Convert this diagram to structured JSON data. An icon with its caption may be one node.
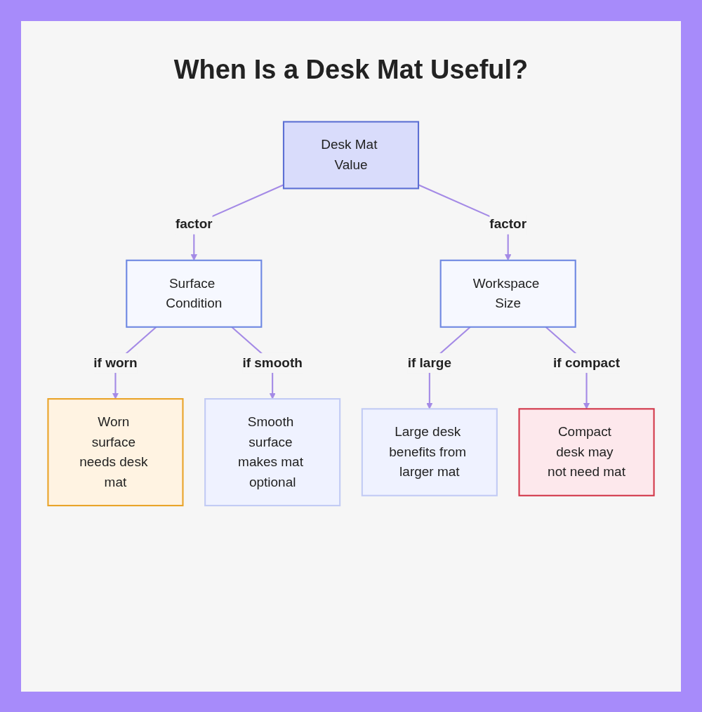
{
  "diagram": {
    "title": "When Is a Desk Mat Useful?",
    "nodes": [
      {
        "text": [
          "Desk Mat Value"
        ]
      },
      {
        "text": [
          "Surface Condition"
        ]
      },
      {
        "text": [
          "Workspace Size"
        ]
      },
      {
        "text": [
          "Worn surface needs desk mat"
        ]
      },
      {
        "text": [
          "Smooth surface makes mat optional"
        ]
      },
      {
        "text": [
          "Large desk benefits from larger mat"
        ]
      },
      {
        "text": [
          "Compact desk may not need mat"
        ]
      }
    ],
    "edges": [
      {
        "from": 0,
        "to": 1,
        "arrow": "to",
        "label": "factor"
      },
      {
        "from": 0,
        "to": 2,
        "arrow": "to",
        "label": "factor"
      },
      {
        "from": 1,
        "to": 3,
        "arrow": "to",
        "label": "if worn"
      },
      {
        "from": 1,
        "to": 4,
        "arrow": "to",
        "label": "if smooth"
      },
      {
        "from": 2,
        "to": 5,
        "arrow": "to",
        "label": "if large"
      },
      {
        "from": 2,
        "to": 6,
        "arrow": "to",
        "label": "if compact"
      }
    ]
  }
}
